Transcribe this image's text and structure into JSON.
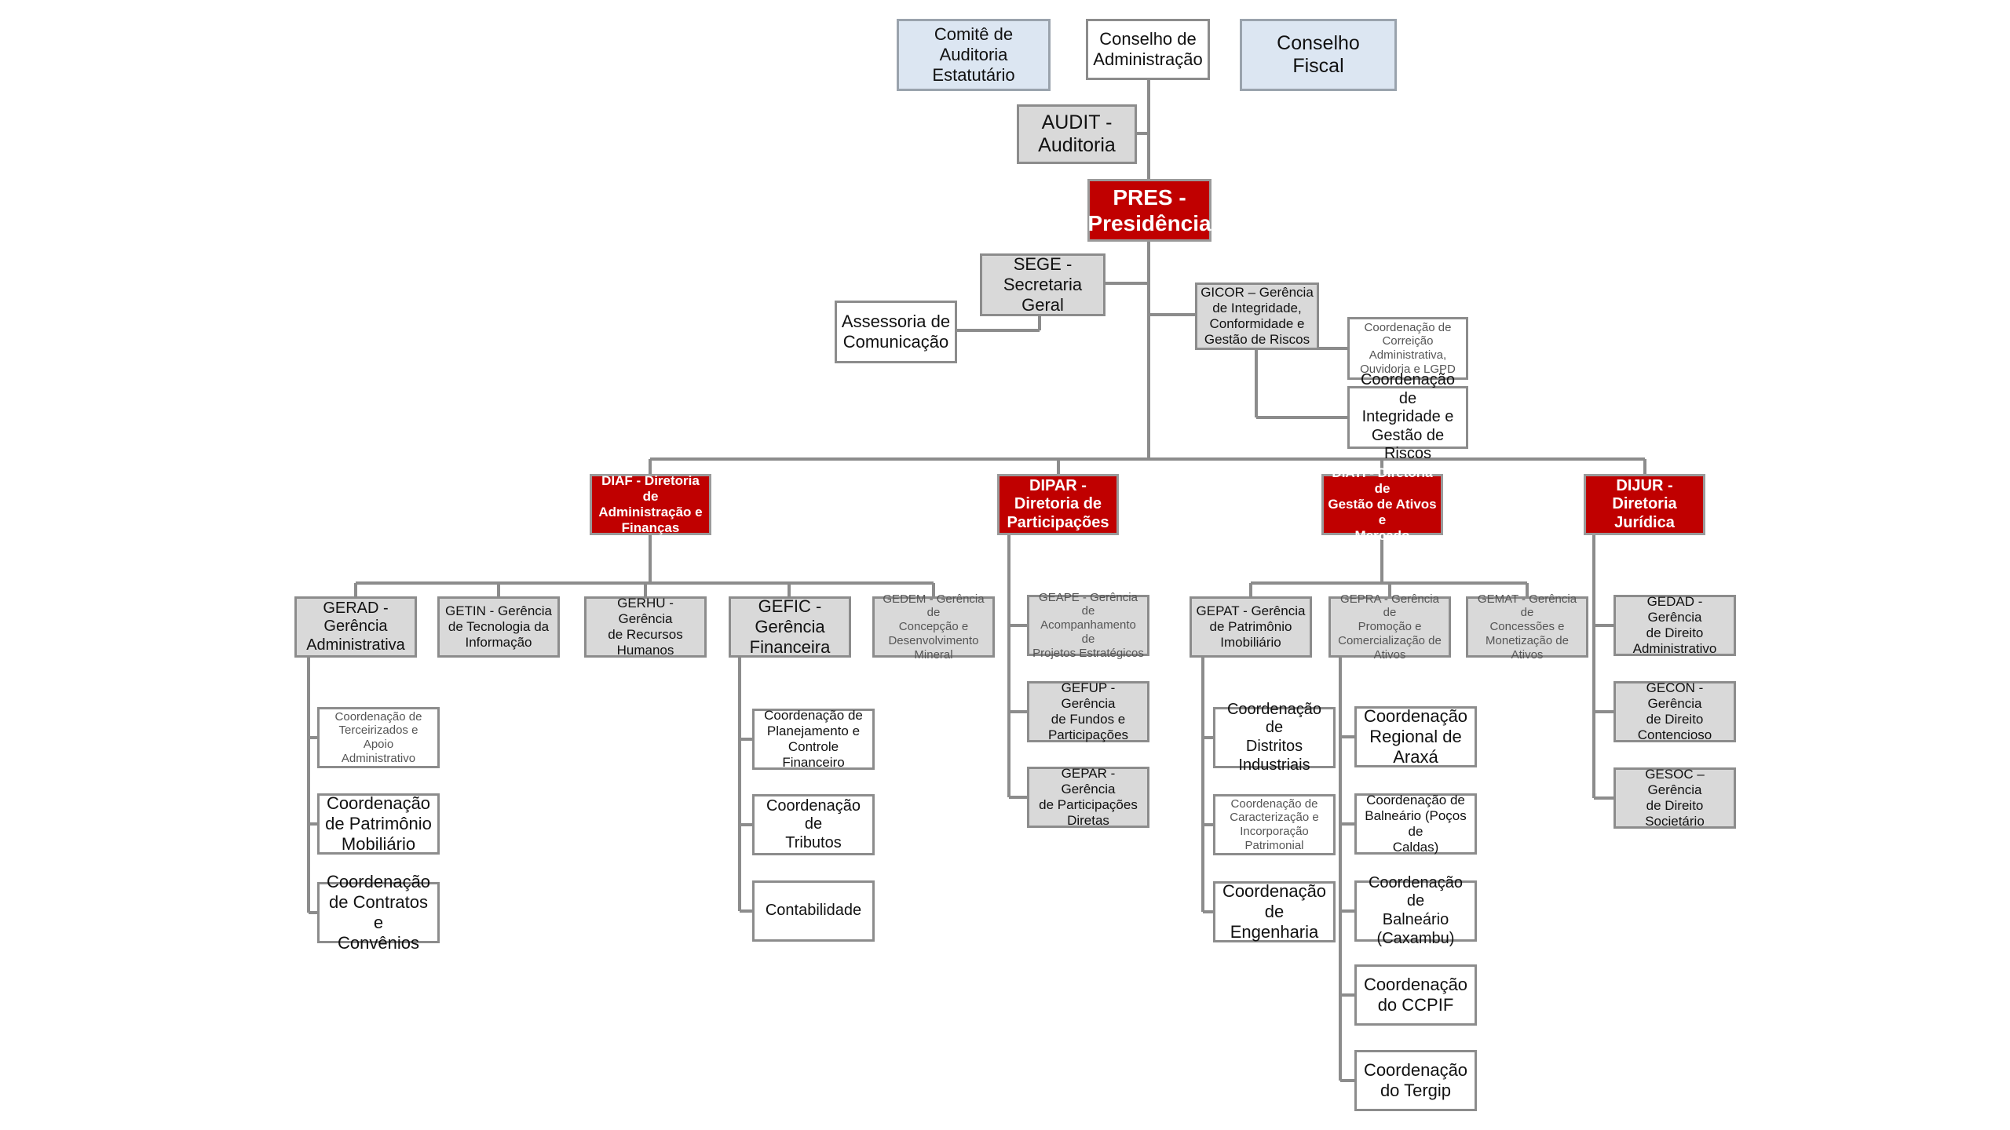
{
  "colors": {
    "director_red": "#c00000",
    "board_blue": "#dce6f2",
    "unit_gray": "#d9d9d9",
    "line_gray": "#8c8c8c"
  },
  "board": {
    "audit_committee": "Comitê de\nAuditoria\nEstatutário",
    "admin_council": "Conselho de\nAdministração",
    "fiscal_council": "Conselho\nFiscal"
  },
  "audit": "AUDIT -\nAuditoria",
  "pres": "PRES -\nPresidência",
  "sege": "SEGE -\nSecretaria\nGeral",
  "communication": "Assessoria de\nComunicação",
  "gicor": {
    "title": "GICOR – Gerência\nde Integridade,\nConformidade e\nGestão de Riscos",
    "correction": "Coordenação de\nCorreição\nAdministrativa,\nOuvidoria e LGPD",
    "integrity": "Coordenação de\nIntegridade e\nGestão de Riscos"
  },
  "diaf": {
    "title": "DIAF - Diretoria de\nAdministração e\nFinanças",
    "gerad": "GERAD -\nGerência\nAdministrativa",
    "getin": "GETIN - Gerência\nde Tecnologia da\nInformação",
    "gerhu": "GERHU - Gerência\nde Recursos\nHumanos",
    "gefic": "GEFIC -\nGerência\nFinanceira",
    "gedem": "GEDEM - Gerência de\nConcepção e\nDesenvolvimento\nMineral",
    "gerad_items": [
      "Coordenação de\nTerceirizados e Apoio\nAdministrativo",
      "Coordenação\nde Patrimônio\nMobiliário",
      "Coordenação\nde Contratos e\nConvênios"
    ],
    "gefic_items": [
      "Coordenação de\nPlanejamento e\nControle Financeiro",
      "Coordenação de\nTributos",
      "Contabilidade"
    ]
  },
  "dipar": {
    "title": "DIPAR -\nDiretoria de\nParticipações",
    "items": [
      "GEAPE - Gerência de\nAcompanhamento de\nProjetos Estratégicos",
      "GEFUP - Gerência\nde Fundos e\nParticipações",
      "GEPAR - Gerência\nde Participações\nDiretas"
    ]
  },
  "diati": {
    "title": "DIATI - Diretoria de\nGestão de Ativos e\nMercado",
    "gepat": "GEPAT - Gerência\nde Patrimônio\nImobiliário",
    "gepra": "GEPRA - Gerência de\nPromoção e\nComercialização de\nAtivos",
    "gemat": "GEMAT - Gerência de\nConcessões e\nMonetização de Ativos",
    "gepat_items": [
      "Coordenação de\nDistritos\nIndustriais",
      "Coordenação de\nCaracterização e\nIncorporação\nPatrimonial",
      "Coordenação\nde Engenharia"
    ],
    "gepra_items": [
      "Coordenação\nRegional de\nAraxá",
      "Coordenação de\nBalneário (Poços de\nCaldas)",
      "Coordenação de\nBalneário\n(Caxambu)",
      "Coordenação\ndo CCPIF",
      "Coordenação\ndo Tergip"
    ]
  },
  "dijur": {
    "title": "DIJUR - Diretoria\nJurídica",
    "items": [
      "GEDAD - Gerência\nde Direito\nAdministrativo",
      "GECON - Gerência\nde Direito\nContencioso",
      "GESOC – Gerência\nde Direito\nSocietário"
    ]
  }
}
